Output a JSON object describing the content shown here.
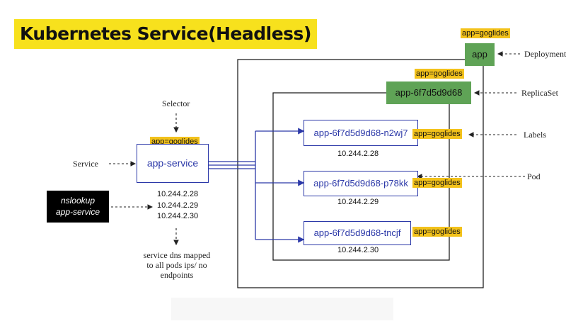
{
  "title": "Kubernetes Service(Headless)",
  "deployment": {
    "tag": "app=goglides",
    "name": "app",
    "label": "Deployment"
  },
  "replicaset": {
    "tag": "app=goglides",
    "name": "app-6f7d5d9d68",
    "label": "ReplicaSet"
  },
  "pods": [
    {
      "name": "app-6f7d5d9d68-n2wj7",
      "tag": "app=goglides",
      "ip": "10.244.2.28"
    },
    {
      "name": "app-6f7d5d9d68-p78kk",
      "tag": "app=goglides",
      "ip": "10.244.2.29"
    },
    {
      "name": "app-6f7d5d9d68-tncjf",
      "tag": "app=goglides",
      "ip": "10.244.2.30"
    }
  ],
  "labels_label": "Labels",
  "pod_label": "Pod",
  "service": {
    "label": "Service",
    "selector_label": "Selector",
    "tag": "app=goglides",
    "name": "app-service",
    "ips": [
      "10.244.2.28",
      "10.244.2.29",
      "10.244.2.30"
    ],
    "note_lines": [
      "service dns mapped",
      "to all pods ips/ no",
      "endpoints"
    ]
  },
  "nslookup": {
    "line1": "nslookup",
    "line2": "app-service"
  },
  "colors": {
    "title_bg": "#f7e11d",
    "tag_bg": "#f3c21b",
    "green": "#5fa356",
    "pod_blue": "#2b38a8"
  }
}
